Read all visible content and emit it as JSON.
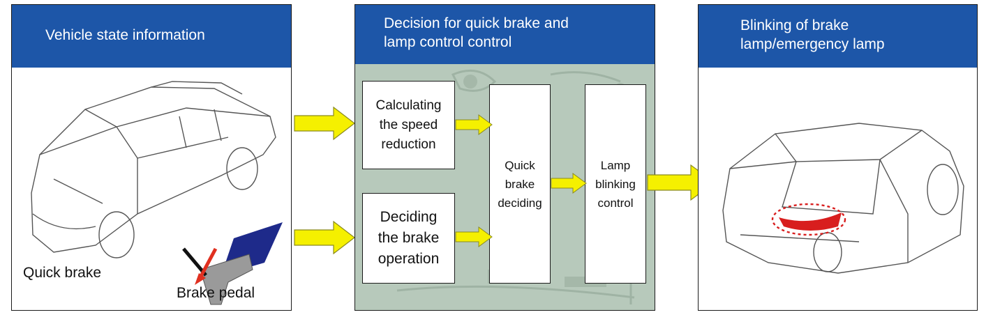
{
  "panels": {
    "left": {
      "title": "Vehicle state information",
      "quick_brake_label": "Quick brake",
      "brake_pedal_label": "Brake pedal"
    },
    "middle": {
      "title_line1": "Decision for quick brake and",
      "title_line2": "lamp control control",
      "box_speed": [
        "Calculating",
        "the speed",
        "reduction"
      ],
      "box_brake": [
        "Deciding",
        "the brake",
        "operation"
      ],
      "box_quick": [
        "Quick",
        "brake",
        "deciding"
      ],
      "box_lamp": [
        "Lamp",
        "blinking",
        "control"
      ]
    },
    "right": {
      "title_line1": "Blinking of brake",
      "title_line2": "lamp/emergency lamp"
    }
  },
  "colors": {
    "header_blue": "#1d56a8",
    "arrow_yellow": "#f5f000",
    "lamp_red": "#d81e1e",
    "pcb_green": "#b9cbbd"
  }
}
